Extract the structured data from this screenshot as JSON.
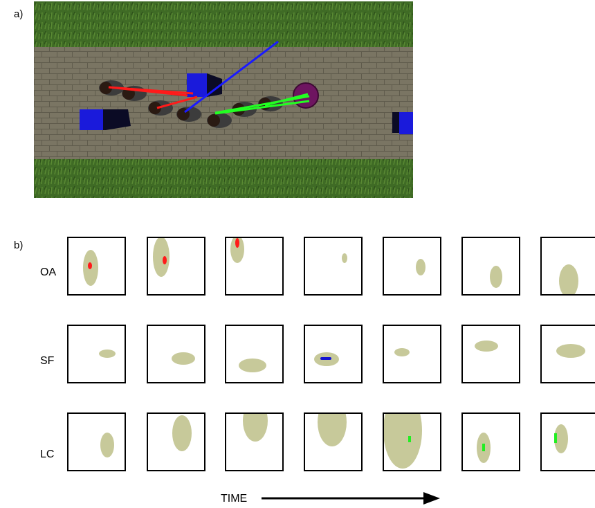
{
  "panel_a_label": "a)",
  "panel_b_label": "b)",
  "scene": {
    "grass_color": "#3f6b25",
    "path_color": "#7a7563",
    "obstacle_color": "#1a1adb",
    "goal_color": "#6e1560",
    "ray_colors": {
      "avoidance": "#ff1a1a",
      "forward": "#1a1aff",
      "leader": "#22ff22"
    }
  },
  "rows": [
    {
      "label": "OA",
      "mark_color": "#ff1a1a"
    },
    {
      "label": "SF",
      "mark_color": "#1515d0"
    },
    {
      "label": "LC",
      "mark_color": "#22ee22"
    }
  ],
  "blob_color": "#c7c99a",
  "time_label": "TIME"
}
